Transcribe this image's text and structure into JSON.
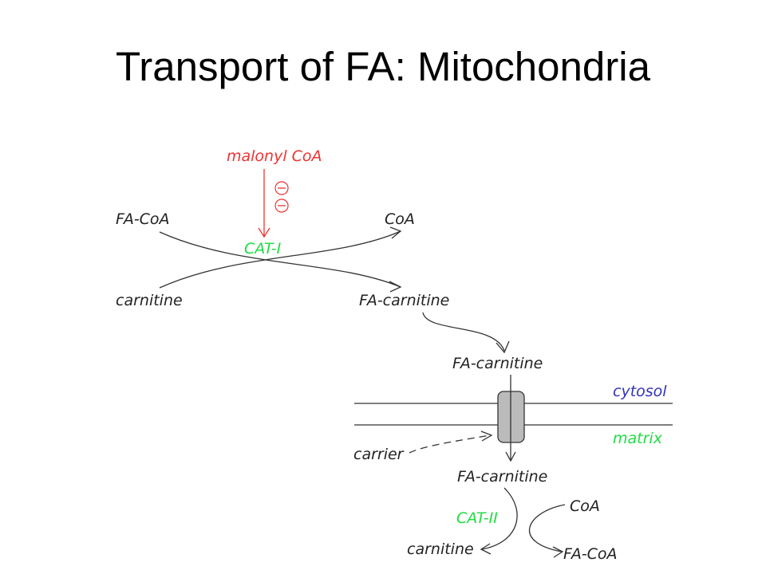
{
  "slide": {
    "title": "Transport of FA: Mitochondria"
  },
  "diagram": {
    "inhibitor": "malonyl CoA",
    "inhibition_symbol": "−",
    "cat1": {
      "enzyme": "CAT-I",
      "substrate_fa": "FA-CoA",
      "substrate_carnitine": "carnitine",
      "product_coa": "CoA",
      "product_fa_carnitine": "FA-carnitine"
    },
    "membrane": {
      "fa_carnitine_outside": "FA-carnitine",
      "cytosol_label": "cytosol",
      "matrix_label": "matrix",
      "carrier_label": "carrier",
      "fa_carnitine_inside": "FA-carnitine"
    },
    "cat2": {
      "enzyme": "CAT-II",
      "substrate_coa": "CoA",
      "product_carnitine": "carnitine",
      "product_fa_coa": "FA-CoA"
    },
    "colors": {
      "inhibitor": "#ee3333",
      "enzyme": "#22dd44",
      "compartment": "#3333bb",
      "carrier_fill": "#bbbbbb"
    }
  }
}
